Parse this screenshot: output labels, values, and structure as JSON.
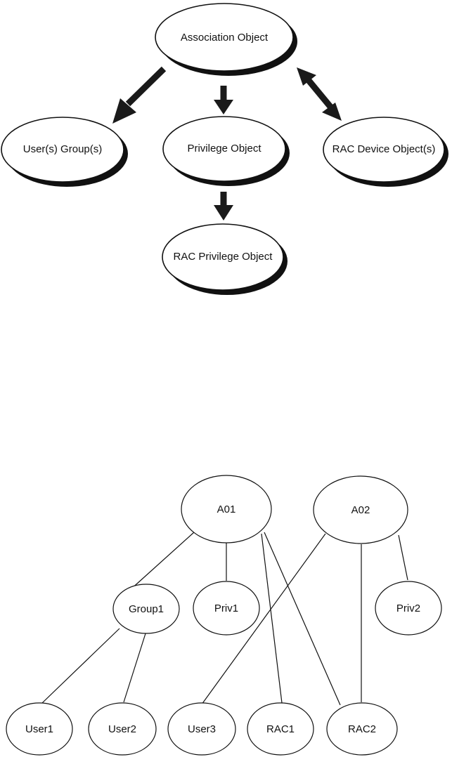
{
  "schema_diagram": {
    "nodes": {
      "association": "Association Object",
      "user_groups": "User(s) Group(s)",
      "privilege": "Privilege Object",
      "rac_device": "RAC Device Object(s)",
      "rac_privilege": "RAC Privilege Object"
    }
  },
  "example_diagram": {
    "nodes": {
      "a01": "A01",
      "a02": "A02",
      "group1": "Group1",
      "priv1": "Priv1",
      "priv2": "Priv2",
      "user1": "User1",
      "user2": "User2",
      "user3": "User3",
      "rac1": "RAC1",
      "rac2": "RAC2"
    }
  }
}
